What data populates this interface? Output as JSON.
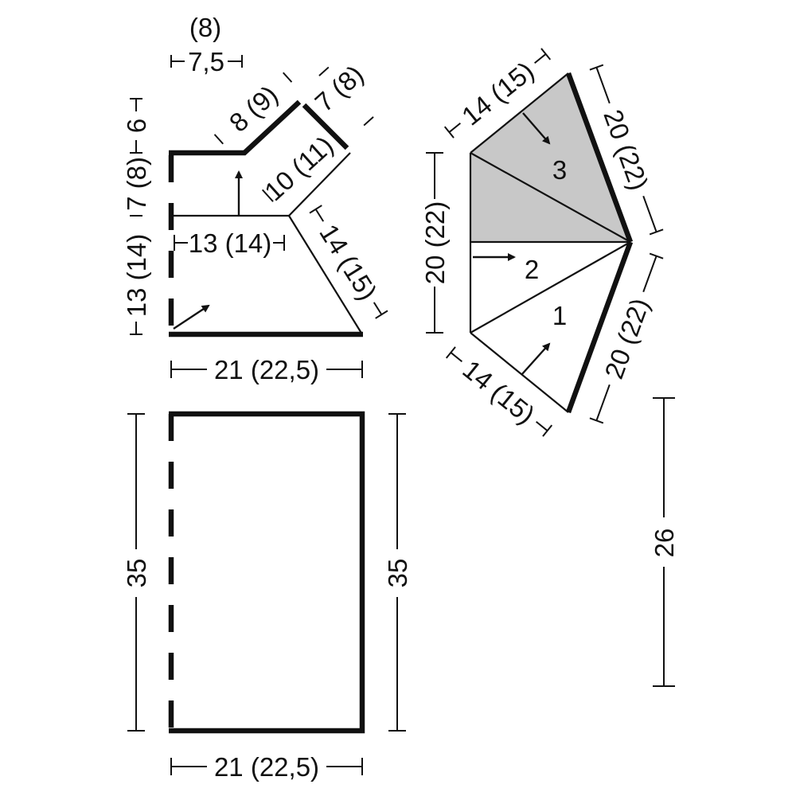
{
  "colors": {
    "ink": "#111111",
    "shade": "#c8c8c8",
    "paper": "#ffffff"
  },
  "yoke": {
    "label_8_paren": "(8)",
    "label_7_5": "7,5",
    "label_6": "6",
    "label_7_8": "7 (8)",
    "label_13_14_vert": "13 (14)",
    "label_8_9": "8 (9)",
    "label_7_8_angled": "7 (8)",
    "label_10_11": "10 (11)",
    "label_13_14": "13 (14)",
    "label_14_15": "14 (15)",
    "label_21_22_5": "21 (22,5)"
  },
  "body_piece": {
    "label_35_left": "35",
    "label_35_right": "35",
    "label_21_22_5": "21 (22,5)"
  },
  "sleeve_fan": {
    "label_14_15_top": "14 (15)",
    "label_20_22_left": "20 (22)",
    "label_20_22_upper_right": "20 (22)",
    "label_20_22_lower_right": "20 (22)",
    "label_14_15_bottom": "14 (15)",
    "section_1": "1",
    "section_2": "2",
    "section_3": "3"
  },
  "standalone": {
    "label_26": "26"
  }
}
